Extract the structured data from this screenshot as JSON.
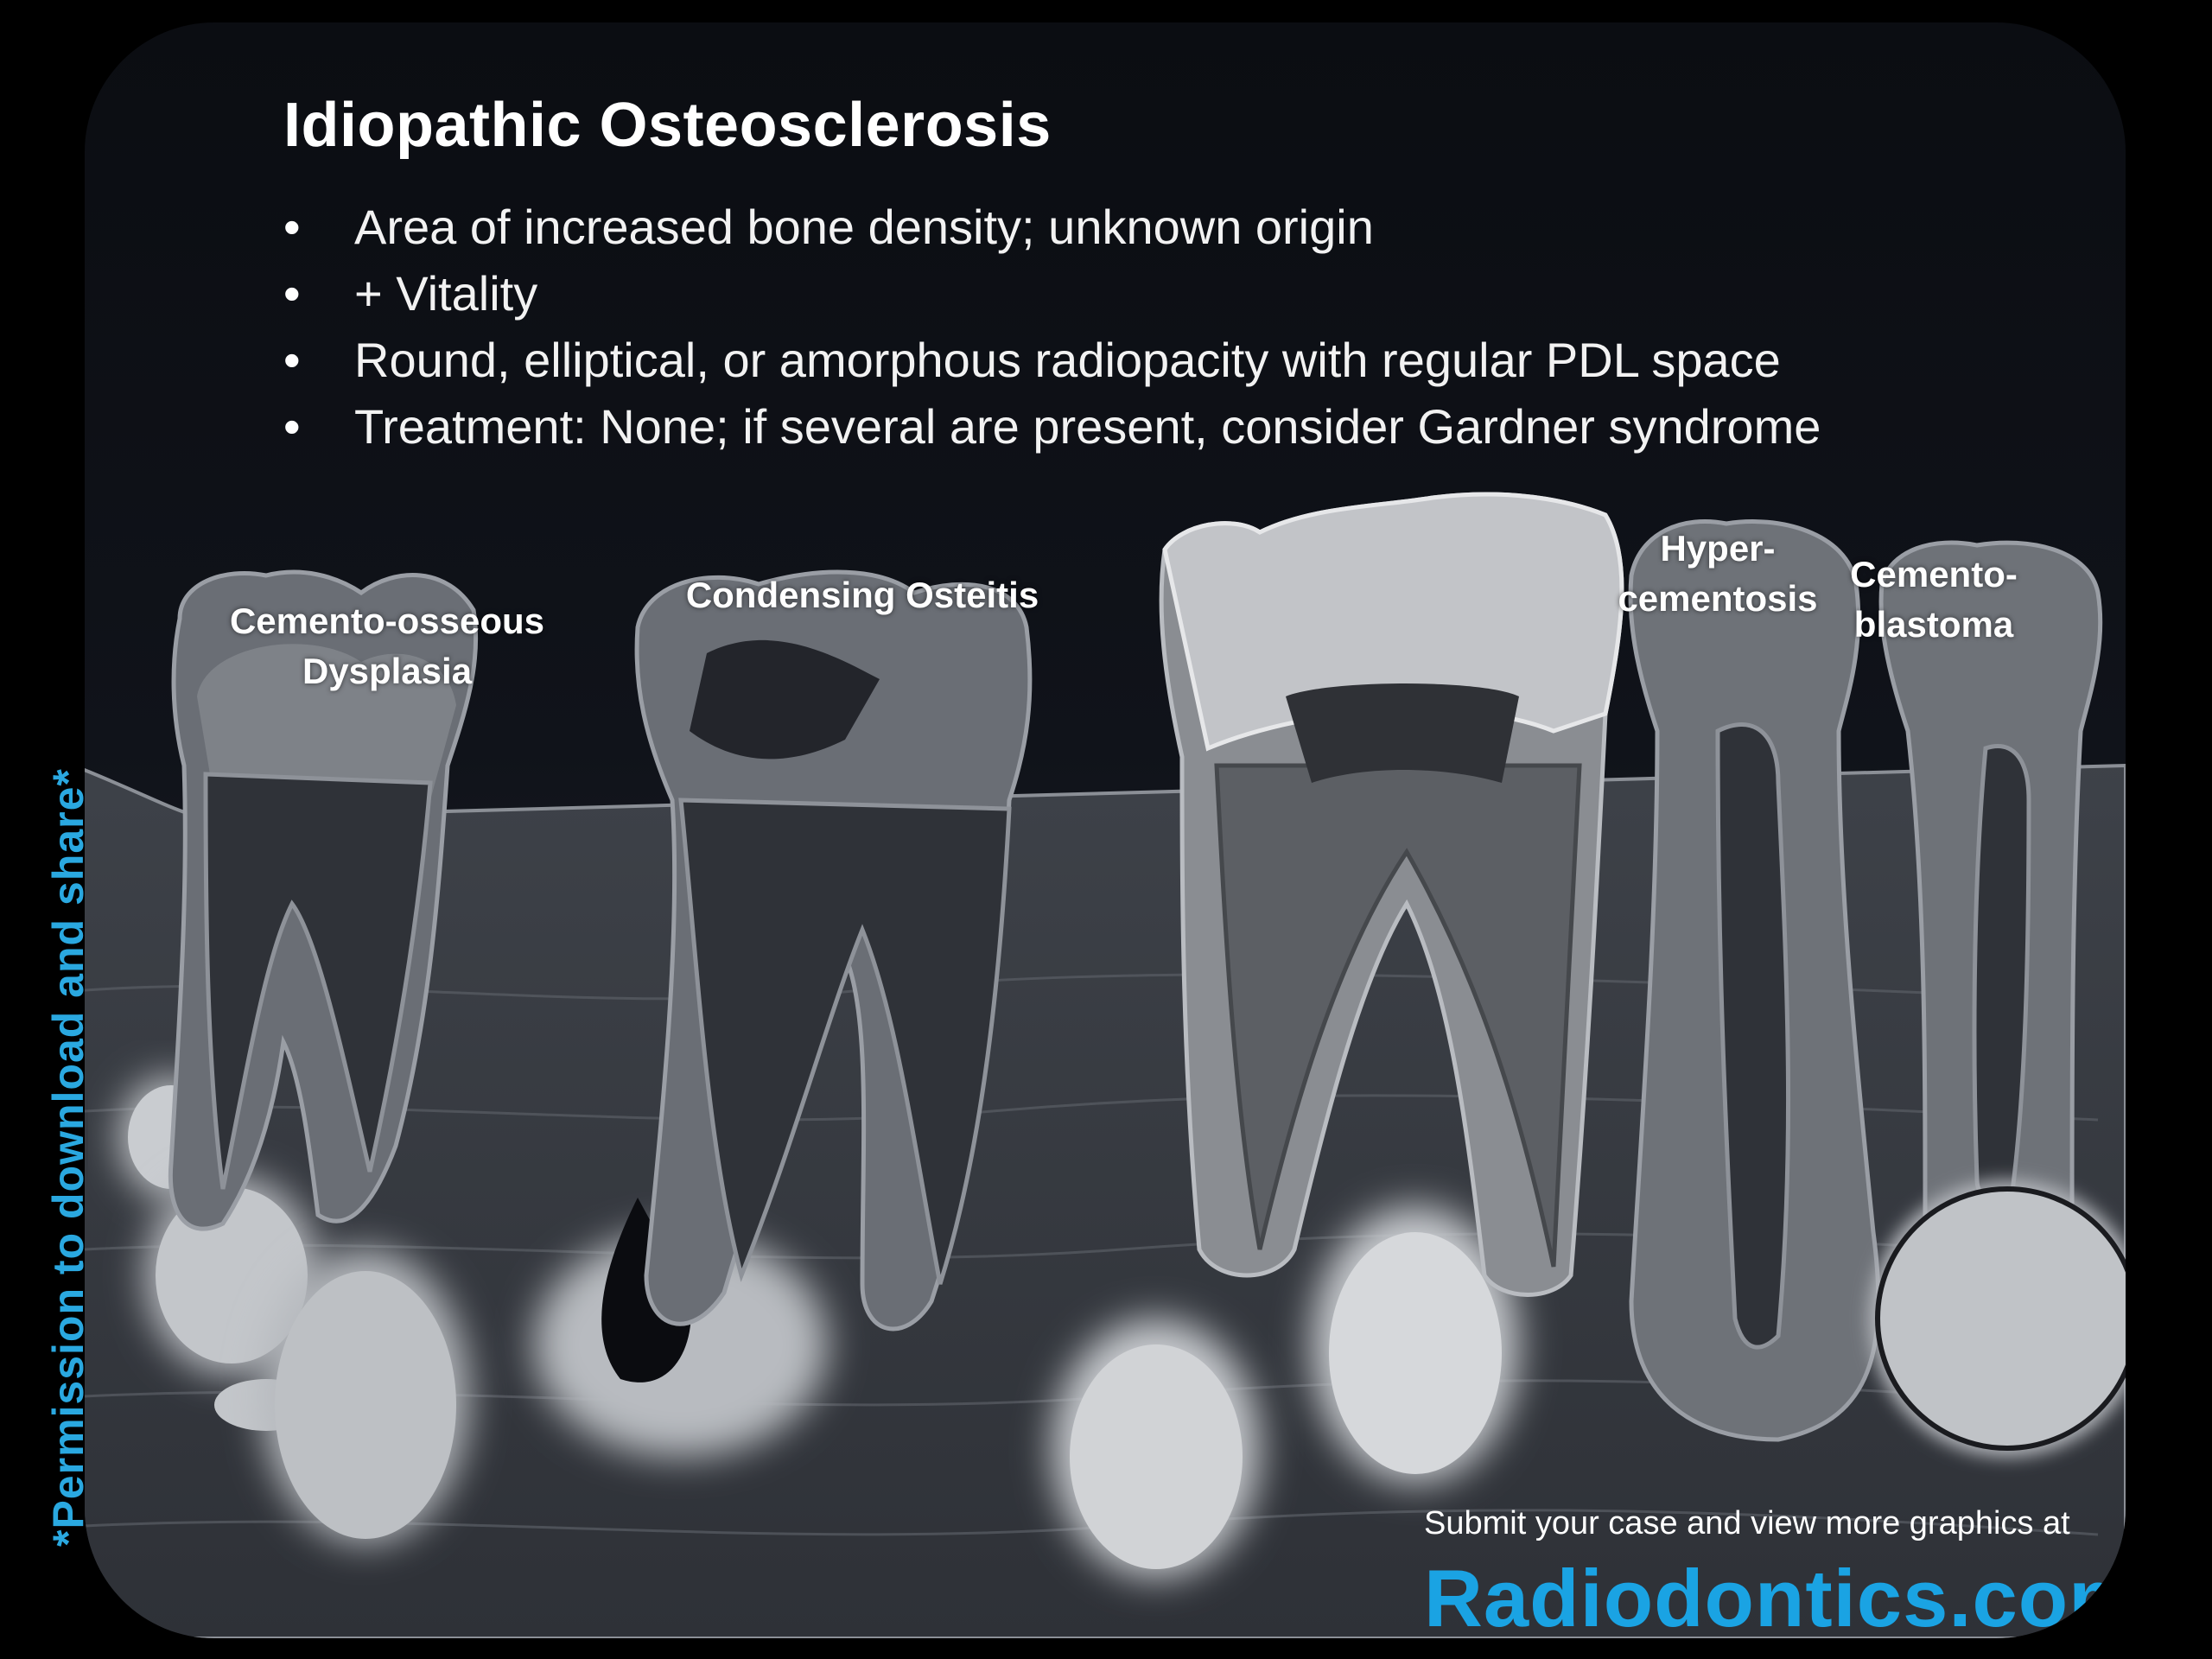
{
  "title": "Idiopathic Osteosclerosis",
  "bullets": [
    "Area of increased bone density; unknown origin",
    "+ Vitality",
    "Round, elliptical, or amorphous radiopacity with regular PDL space",
    "Treatment: None; if several are present, consider Gardner syndrome"
  ],
  "teeth_labels": {
    "cod": [
      "Cemento-osseous",
      "Dysplasia"
    ],
    "co": [
      "Condensing Osteitis"
    ],
    "hyper": [
      "Hyper-",
      "cementosis"
    ],
    "cb": [
      "Cemento-",
      "blastoma"
    ]
  },
  "sidebar_text": "*Permission to download and share*",
  "footer": {
    "submit_text": "Submit your case and view more graphics at",
    "brand": "Radiodontics.com"
  },
  "colors": {
    "brand_blue": "#1aa3e3",
    "background": "#000000"
  }
}
